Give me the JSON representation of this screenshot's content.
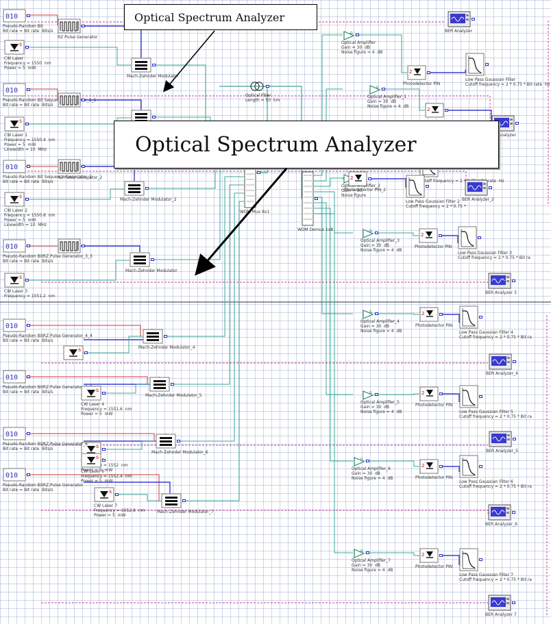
{
  "callouts": {
    "small": "Optical Spectrum Analyzer",
    "large": "Optical Spectrum Analyzer"
  },
  "colors": {
    "optical": "#3aa79a",
    "electrical": "#3a3ad0",
    "dashed": "#c0399a",
    "grid": "#a5b0d0",
    "divider": "#555555"
  },
  "components": [
    {
      "kind": "prbs",
      "labels": [
        "Pseudo-Random Bit",
        "Bit rate = Bit rate  Bits/s"
      ]
    },
    {
      "kind": "pulse",
      "labels": [
        "RZ Pulse Generator"
      ]
    },
    {
      "kind": "laser",
      "labels": [
        "CW Laser",
        "Frequency = 1550  nm",
        "Power = 5  mW"
      ]
    },
    {
      "kind": "mzm",
      "labels": [
        "Mach-Zehnder Modulator"
      ]
    },
    {
      "kind": "prbs",
      "labels": [
        "Pseudo-Random Bit Sequence Generator_1_1",
        "Bit rate = Bit rate  Bits/s"
      ]
    },
    {
      "kind": "pulse",
      "labels": []
    },
    {
      "kind": "laser",
      "labels": [
        "CW Laser 1",
        "Frequency = 1550.4  nm",
        "Power = 5  mW",
        "Linewidth = 10  MHz"
      ]
    },
    {
      "kind": "mzm",
      "labels": []
    },
    {
      "kind": "prbs",
      "labels": [
        "Pseudo-Random Bit Sequence Generator_2",
        "Bit rate = Bit rate  Bits/s"
      ]
    },
    {
      "kind": "pulse",
      "labels": [
        "RZ Pulse Generator_2"
      ]
    },
    {
      "kind": "laser",
      "labels": [
        "CW Laser 2",
        "Frequency = 1550.8  nm",
        "Power = 5  mW",
        "Linewidth = 10  MHz"
      ]
    },
    {
      "kind": "mzm",
      "labels": [
        "Mach-Zehnder Modulator_2"
      ]
    },
    {
      "kind": "prbs",
      "labels": [
        "Pseudo-Random BitRZ Pulse Generator_3_3",
        "Bit rate = Bit rate  Bits/s"
      ]
    },
    {
      "kind": "pulse",
      "labels": []
    },
    {
      "kind": "laser",
      "labels": [
        "CW Laser 3",
        "Frequency = 1551.2  nm"
      ]
    },
    {
      "kind": "mzm",
      "labels": [
        "Mach-Zehnder Modulator"
      ]
    },
    {
      "kind": "mux",
      "labels": [
        "WDM Mux 8x1"
      ]
    },
    {
      "kind": "fiber",
      "labels": [
        "Optical Fiber",
        "Length = 50  km"
      ]
    },
    {
      "kind": "demux",
      "labels": [
        "WDM Demux 1x8"
      ]
    },
    {
      "kind": "amp",
      "labels": [
        "Optical Amplifier",
        "Gain = 30  dB",
        "Noise figure = 4  dB"
      ]
    },
    {
      "kind": "pd",
      "labels": [
        "Photodetector PIN"
      ]
    },
    {
      "kind": "filter",
      "labels": [
        "Low Pass Gaussian Filter",
        "Cutoff frequency = 2 * 0.75 * Bit rate  Hz"
      ]
    },
    {
      "kind": "ber",
      "labels": [
        "BER Analyzer"
      ]
    },
    {
      "kind": "amp",
      "labels": [
        "Optical Amplifier_1",
        "Gain = 30  dB",
        "Noise figure = 4  dB"
      ]
    },
    {
      "kind": "pd",
      "labels": []
    },
    {
      "kind": "ber",
      "labels": [
        "BER Analyzer"
      ]
    },
    {
      "kind": "filter",
      "labels": [
        "Cutoff frequency = 2 * 0.75 * Bit rate  Hz"
      ]
    },
    {
      "kind": "amp",
      "labels": [
        "Optical Amplifier_2",
        "Gain = 30",
        "Noise figure"
      ]
    },
    {
      "kind": "pd",
      "labels": [
        "Photodetector PIN_2"
      ]
    },
    {
      "kind": "filter",
      "labels": [
        "Low Pass Gaussian Filter 2",
        "Cutoff frequency = 2 * 0.75 *"
      ]
    },
    {
      "kind": "ber",
      "labels": [
        "BER Analyzer_2"
      ]
    },
    {
      "kind": "amp",
      "labels": [
        "Optical Amplifier_3",
        "Gain = 30  dB",
        "Noise figure = 4  dB"
      ]
    },
    {
      "kind": "pd",
      "labels": [
        "Photodetector PIN"
      ]
    },
    {
      "kind": "filter",
      "labels": [
        "Low Pass Gaussian Filter 3",
        "Cutoff frequency = 2 * 0.75 * Bit ra"
      ]
    },
    {
      "kind": "ber",
      "labels": [
        "BER Analyzer 3"
      ]
    },
    {
      "kind": "amp",
      "labels": [
        "Optical Amplifier_4",
        "Gain = 30  dB",
        "Noise figure = 4  dB"
      ]
    },
    {
      "kind": "pd",
      "labels": [
        "Photodetector PIN"
      ]
    },
    {
      "kind": "filter",
      "labels": [
        "Low Pass Gaussian Filter 4",
        "Cutoff frequency = 2 * 0.75 * Bit ra"
      ]
    },
    {
      "kind": "ber",
      "labels": [
        "BER Analyzer_4"
      ]
    },
    {
      "kind": "prbs",
      "labels": [
        "Pseudo-Random BitRZ Pulse Generator_4_4",
        "Bit rate = Bit rate  Bits/s"
      ]
    },
    {
      "kind": "laser",
      "labels": []
    },
    {
      "kind": "mzm",
      "labels": [
        "Mach-Zehnder Modulator_4"
      ]
    },
    {
      "kind": "prbs",
      "labels": [
        "Pseudo-Random BitRZ Pulse Generator_5_5",
        "Bit rate = Bit rate  Bits/s"
      ]
    },
    {
      "kind": "laser",
      "labels": [
        "CW Laser 4",
        "Frequency = 1551.6  nm",
        "Power = 5  mW"
      ]
    },
    {
      "kind": "mzm",
      "labels": [
        "Mach-Zehnder Modulator_5"
      ]
    },
    {
      "kind": "laser",
      "labels": [
        "CW Laser 5",
        "Frequency = 1552  nm",
        "Power = 5  mW"
      ]
    },
    {
      "kind": "amp",
      "labels": [
        "Optical Amplifier_5",
        "Gain = 30  dB",
        "Noise figure = 4  dB"
      ]
    },
    {
      "kind": "pd",
      "labels": [
        "Photodetector PIN"
      ]
    },
    {
      "kind": "filter",
      "labels": [
        "Low Pass Gaussian Filter 5",
        "Cutoff frequency = 2 * 0.75 * Bit ra"
      ]
    },
    {
      "kind": "ber",
      "labels": [
        "BER Analyzer_5"
      ]
    },
    {
      "kind": "prbs",
      "labels": [
        "Pseudo-Random BitRZ Pulse Generator_6",
        "Bit rate = Bit rate  Bits/s"
      ]
    },
    {
      "kind": "mzm",
      "labels": [
        "Mach-Zehnder Modulator_6"
      ]
    },
    {
      "kind": "laser",
      "labels": [
        "CW Laser 6",
        "Frequency = 1552.4  nm",
        "Power = 5  mW"
      ]
    },
    {
      "kind": "prbs",
      "labels": [
        "Pseudo-Random BitRZ Pulse Generator",
        "Bit rate = Bit rate  Bits/s"
      ]
    },
    {
      "kind": "laser",
      "labels": [
        "CW Laser 7",
        "Frequency = 1552.8  nm",
        "Power = 5  mW"
      ]
    },
    {
      "kind": "mzm",
      "labels": [
        "Mach-Zehnder Modulator_7"
      ]
    },
    {
      "kind": "amp",
      "labels": [
        "Optical Amplifier_6",
        "Gain = 30  dB",
        "Noise figure = 4  dB"
      ]
    },
    {
      "kind": "pd",
      "labels": [
        "Photodetector PIN"
      ]
    },
    {
      "kind": "filter",
      "labels": [
        "Low Pass Gaussian Filter 6",
        "Cutoff frequency = 2 * 0.75 * Bit ra"
      ]
    },
    {
      "kind": "ber",
      "labels": [
        "BER Analyzer_6"
      ]
    },
    {
      "kind": "amp",
      "labels": [
        "Optical Amplifier_7",
        "Gain = 30  dB",
        "Noise figure = 4  dB"
      ]
    },
    {
      "kind": "pd",
      "labels": [
        "Photodetector PIN"
      ]
    },
    {
      "kind": "filter",
      "labels": [
        "Low Pass Gaussian Filter 7",
        "Cutoff frequency = 2 * 0.75 * Bit ra"
      ]
    },
    {
      "kind": "ber",
      "labels": [
        "BER Analyzer 7"
      ]
    }
  ]
}
